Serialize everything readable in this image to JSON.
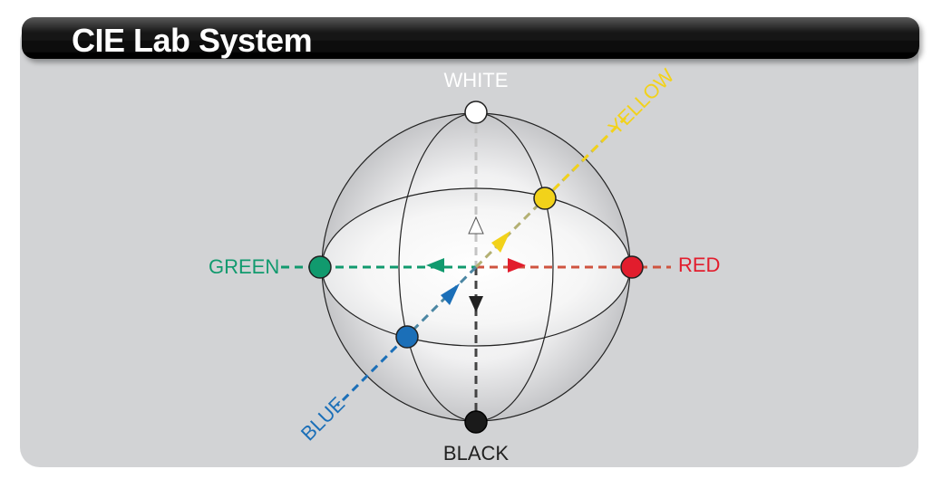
{
  "header": {
    "title": "CIE Lab System"
  },
  "axes": {
    "white": {
      "label": "WHITE",
      "color": "#ffffff"
    },
    "black": {
      "label": "BLACK",
      "color": "#222222"
    },
    "green": {
      "label": "GREEN",
      "color": "#119a6e"
    },
    "red": {
      "label": "RED",
      "color": "#e21d2d"
    },
    "yellow": {
      "label": "YELLOW",
      "color": "#f2d21a"
    },
    "blue": {
      "label": "BLUE",
      "color": "#1b6fb8"
    }
  },
  "colors": {
    "panel_background": "#d2d3d5",
    "header_background": "#141414",
    "header_text": "#ffffff",
    "sphere_outline": "#222222"
  }
}
